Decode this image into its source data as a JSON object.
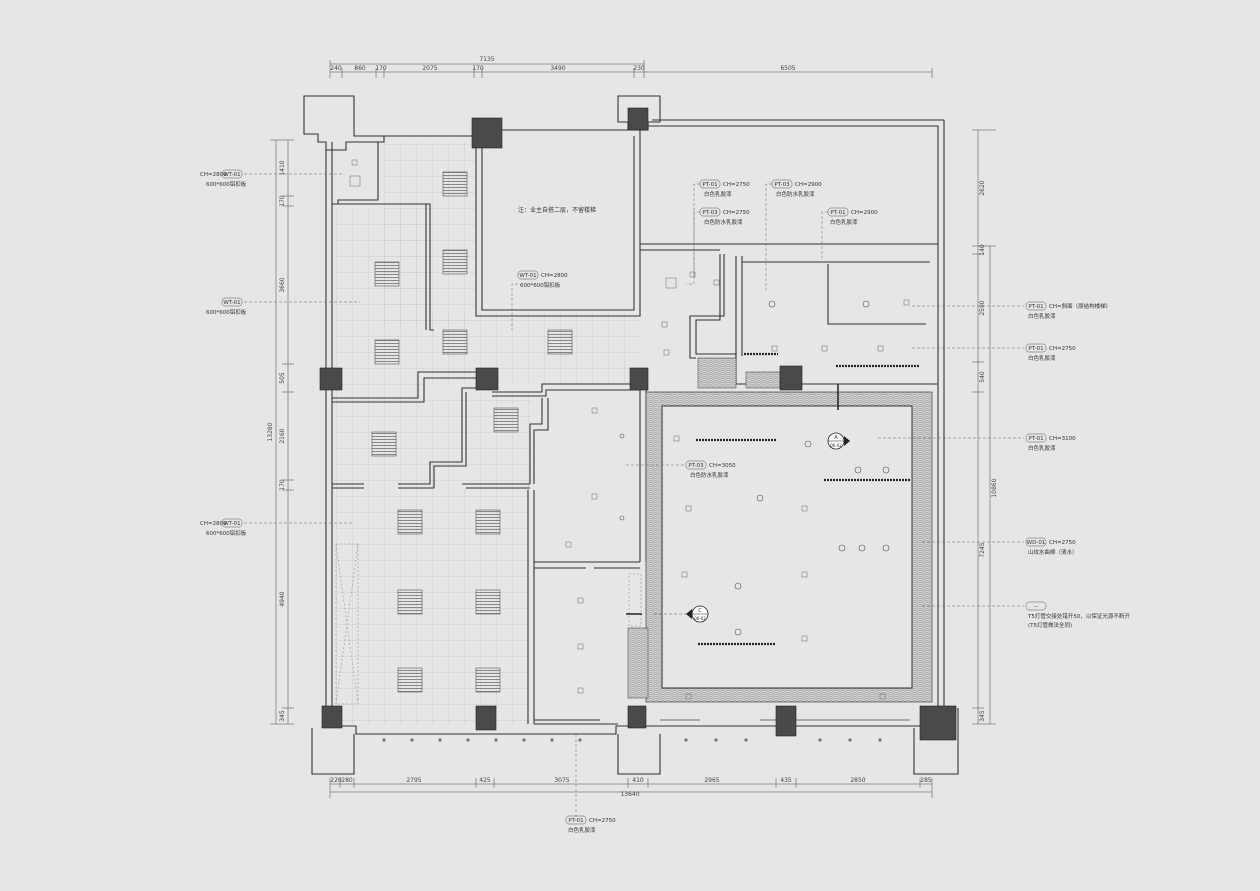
{
  "dimensions": {
    "top_total": "7135",
    "top": [
      "240",
      "860",
      "170",
      "2075",
      "170",
      "3490",
      "230",
      "6505"
    ],
    "bottom": [
      "220",
      "280",
      "2795",
      "425",
      "3075",
      "410",
      "2965",
      "435",
      "2850",
      "285"
    ],
    "bottom_total": "13640",
    "left": [
      "1410",
      "170",
      "3660",
      "505",
      "2160",
      "170",
      "4940",
      "345"
    ],
    "left_total": "13280",
    "right": [
      "2620",
      "140",
      "2590",
      "540",
      "7245",
      "345"
    ],
    "right_total": "10860"
  },
  "callouts": [
    {
      "code": "WT-01",
      "ch": "CH=2800",
      "desc": "600*600铝扣板"
    },
    {
      "code": "WT-01",
      "ch": "",
      "desc": "600*600铝扣板"
    },
    {
      "code": "WT-01",
      "ch": "CH=2800",
      "desc": "600*600铝扣板"
    },
    {
      "code": "WT-01",
      "ch": "CH=2800",
      "desc": "600*600铝扣板"
    },
    {
      "code": "PT-01",
      "ch": "CH=2750",
      "desc": "白色乳胶漆"
    },
    {
      "code": "PT-03",
      "ch": "CH=2900",
      "desc": "白色防水乳胶漆"
    },
    {
      "code": "PT-03",
      "ch": "CH=2750",
      "desc": "白色防水乳胶漆"
    },
    {
      "code": "PT-01",
      "ch": "CH=2900",
      "desc": "白色乳胶漆"
    },
    {
      "code": "PT-01",
      "ch": "CH=斜面（原结构楼梯）",
      "desc": "白色乳胶漆"
    },
    {
      "code": "PT-01",
      "ch": "CH=2750",
      "desc": "白色乳胶漆"
    },
    {
      "code": "PT-03",
      "ch": "CH=3050",
      "desc": "白色防水乳胶漆"
    },
    {
      "code": "PT-01",
      "ch": "CH=3100",
      "desc": "白色乳胶漆"
    },
    {
      "code": "WD-01",
      "ch": "CH=2750",
      "desc": "山纹水曲柳（清水）"
    },
    {
      "code": "--",
      "ch": "",
      "desc": "T5灯管交接处错开50，以保证光源不断开",
      "desc2": "(T5灯管做法全同)"
    },
    {
      "code": "PT-01",
      "ch": "CH=2750",
      "desc": "白色乳胶漆"
    }
  ],
  "note": "注：业主自搭二层，不留楼梯",
  "sections": [
    {
      "letter": "A",
      "sheet": "06-02"
    },
    {
      "letter": "C",
      "sheet": "06-02"
    }
  ]
}
